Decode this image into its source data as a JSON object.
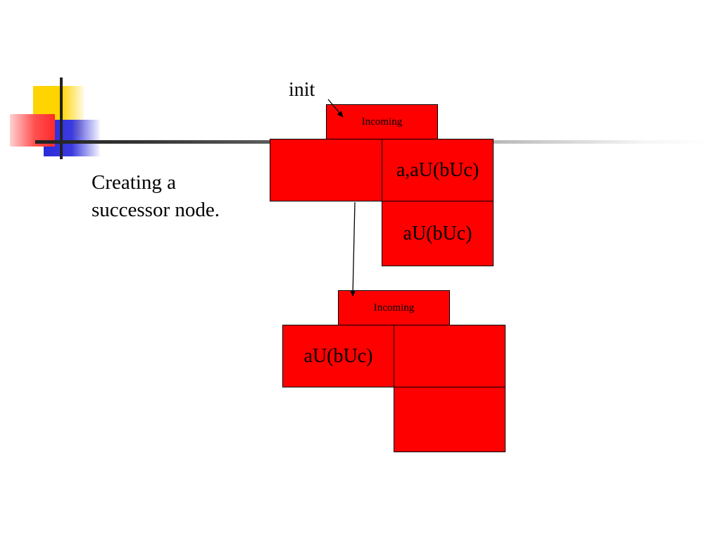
{
  "caption": {
    "line1": "Creating a",
    "line2": "successor node."
  },
  "init_label": "init",
  "top_node": {
    "header": "Incoming",
    "left_cell": "",
    "right_top_cell": "a,aU(bUc)",
    "right_bottom_cell": "aU(bUc)"
  },
  "bottom_node": {
    "header": "Incoming",
    "left_cell": "aU(bUc)",
    "right_top_cell": "",
    "right_bottom_cell": ""
  },
  "colors": {
    "node_fill": "#ff0000",
    "outline": "#000000"
  }
}
